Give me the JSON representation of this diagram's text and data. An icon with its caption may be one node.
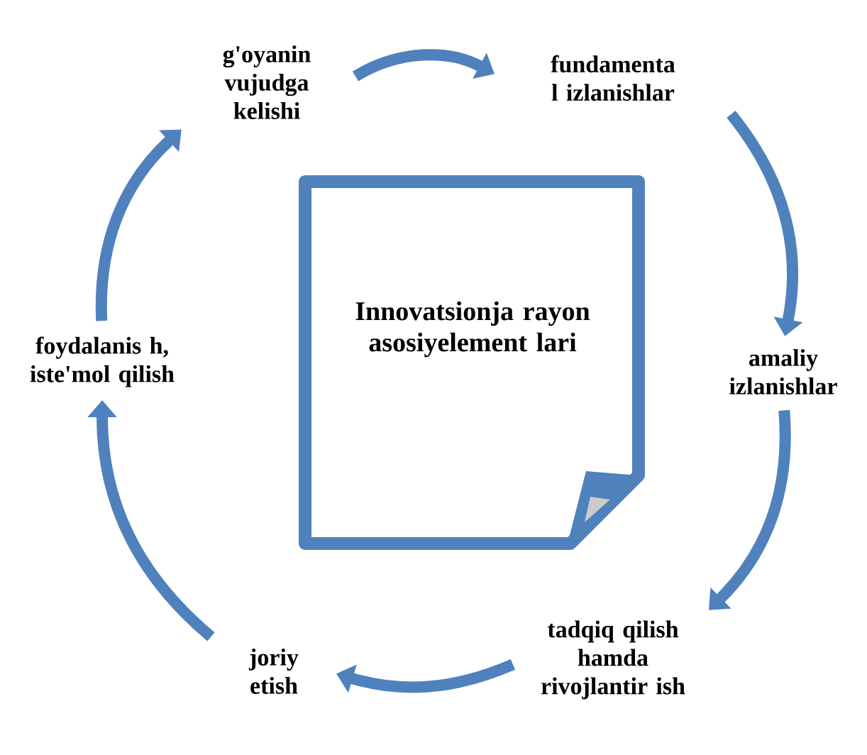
{
  "diagram": {
    "nodes": [
      {
        "text": [
          "Innovatsionja rayon asosiyelement lari"
        ]
      },
      {
        "text": [
          "g'oyanin vujudga kelishi"
        ]
      },
      {
        "text": [
          "fundamenta l izlanishlar"
        ]
      },
      {
        "text": [
          "amaliy izlanishlar"
        ]
      },
      {
        "text": [
          "tadqiq qilish hamda rivojlantir ish"
        ]
      },
      {
        "text": [
          "joriy etish"
        ]
      },
      {
        "text": [
          "foydalanis h, iste'mol qilish"
        ]
      }
    ],
    "edges": [
      {
        "from": 1,
        "to": 2,
        "arrow": "to"
      },
      {
        "from": 2,
        "to": 3,
        "arrow": "to"
      },
      {
        "from": 3,
        "to": 4,
        "arrow": "to"
      },
      {
        "from": 4,
        "to": 5,
        "arrow": "to"
      },
      {
        "from": 5,
        "to": 6,
        "arrow": "to"
      },
      {
        "from": 6,
        "to": 1,
        "arrow": "to"
      }
    ]
  }
}
